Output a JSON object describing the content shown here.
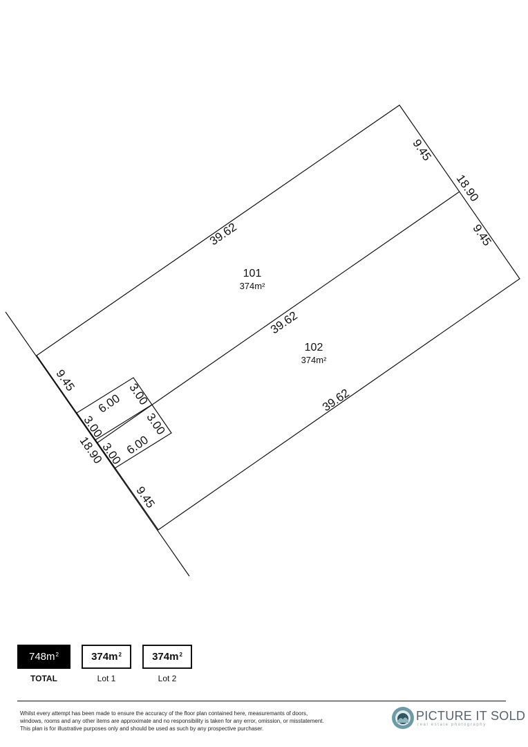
{
  "plan": {
    "lots": [
      {
        "number": "101",
        "area": "374m²"
      },
      {
        "number": "102",
        "area": "374m²"
      }
    ],
    "dimensions": {
      "lot101_north": "39.62",
      "lot101_east": "9.45",
      "frontage_east": "18.90",
      "lot102_east": "9.45",
      "common_boundary": "39.62",
      "lot102_south": "39.62",
      "lot101_west": "9.45",
      "frontage_west": "18.90",
      "lot102_west": "9.45",
      "easement_a_length": "6.00",
      "easement_a_end": "3.00",
      "easement_a_west": "3.00",
      "easement_b_east": "3.00",
      "easement_b_west": "3.00",
      "easement_b_length": "6.00"
    }
  },
  "summary": {
    "total_area": "748m",
    "total_area_sup": "2",
    "total_label": "TOTAL",
    "lots": [
      {
        "area": "374m",
        "sup": "2",
        "label": "Lot 1"
      },
      {
        "area": "374m",
        "sup": "2",
        "label": "Lot 2"
      }
    ]
  },
  "disclaimer": [
    "Whilst every attempt has been made to ensure the accuracy of the floor plan contained here, measuremants of doors,",
    "windows, rooms and any other items are approximate and no responsibility is taken for any error, omission, or misstatement.",
    "This plan is for illustrative purposes only and should be used as such by any prospective purchaser."
  ],
  "brand": {
    "name": "PICTURE IT SOLD",
    "tagline": "real estate photography",
    "icon": "camera-lens-icon",
    "colors": {
      "text": "#55636d",
      "lens_outer": "#6e9aa6",
      "lens_inner": "#2f5560"
    }
  }
}
